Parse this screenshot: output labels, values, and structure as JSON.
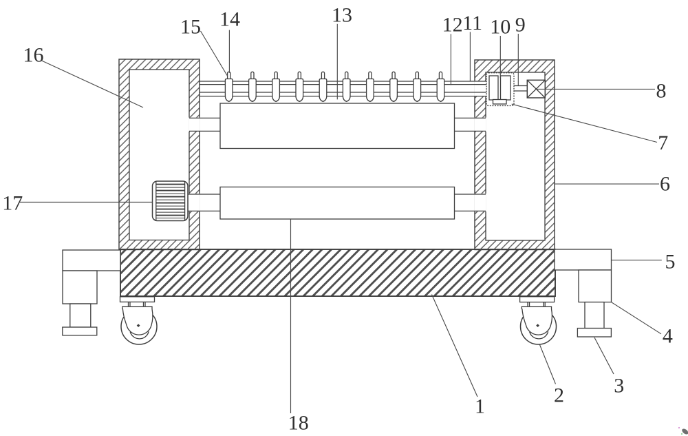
{
  "figure": {
    "kind": "patent-technical-drawing",
    "description_visible_text_only": ""
  },
  "labels": {
    "n1": "1",
    "n2": "2",
    "n3": "3",
    "n4": "4",
    "n5": "5",
    "n6": "6",
    "n7": "7",
    "n8": "8",
    "n9": "9",
    "n10": "10",
    "n11": "11",
    "n12": "12",
    "n13": "13",
    "n14": "14",
    "n15": "15",
    "n16": "16",
    "n17": "17",
    "n18": "18"
  },
  "colors": {
    "background": "#ffffff",
    "line": "#3d3d3d",
    "leader": "#4a4a4a",
    "hatch_wall": "#686868",
    "hatch_base": "#4f4f4f",
    "label_text": "#303030"
  }
}
